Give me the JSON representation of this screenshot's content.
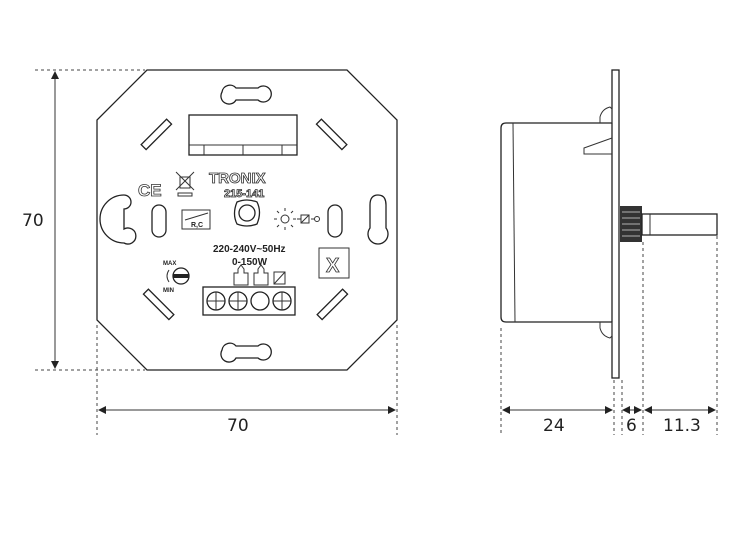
{
  "front_view": {
    "brand": "TRONIX",
    "model": "215-141",
    "voltage": "220-240V~50Hz",
    "power": "0-150W",
    "max_label": "MAX",
    "min_label": "MIN",
    "rc_label": "R,C",
    "ce_mark": "CE",
    "width_dim": "70",
    "height_dim": "70"
  },
  "side_view": {
    "depth_dim": "24",
    "plate_dim": "6",
    "shaft_dim": "11.3"
  }
}
